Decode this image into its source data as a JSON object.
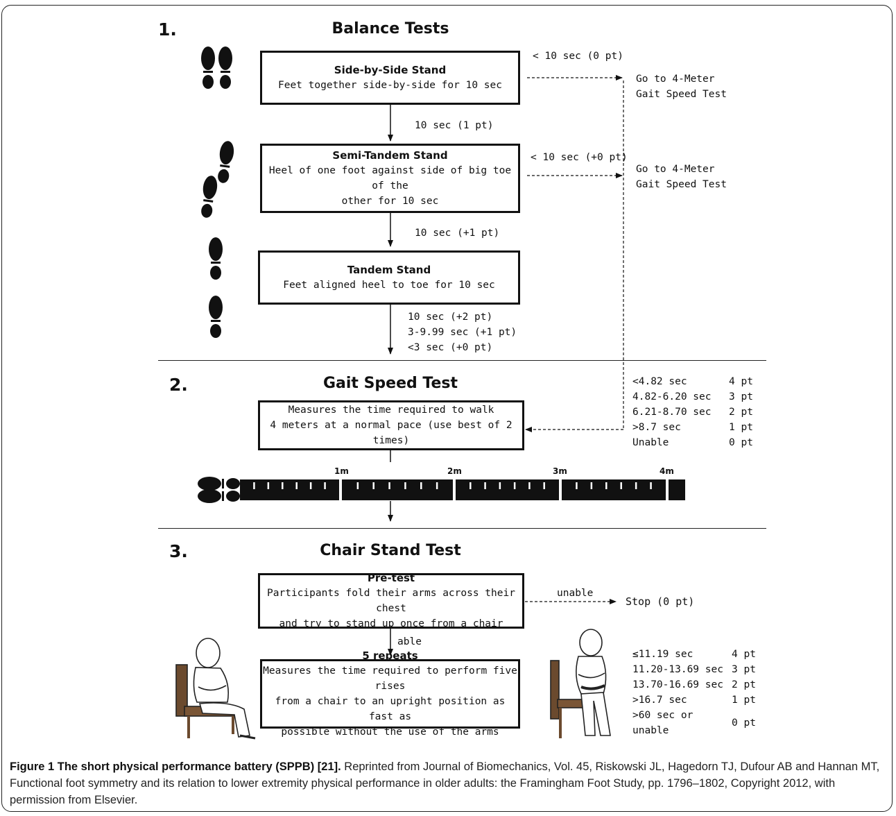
{
  "section1": {
    "number": "1.",
    "title": "Balance Tests",
    "side_by_side": {
      "title": "Side-by-Side Stand",
      "desc": "Feet together side-by-side for 10 sec"
    },
    "side_fail": "< 10 sec (0 pt)",
    "side_pass": "10 sec (1 pt)",
    "semi_tandem": {
      "title": "Semi-Tandem Stand",
      "desc_1": "Heel of one foot against side of big toe of the",
      "desc_2": "other for 10 sec"
    },
    "semi_fail": "< 10 sec (+0 pt)",
    "semi_pass": "10 sec (+1 pt)",
    "tandem": {
      "title": "Tandem Stand",
      "desc": "Feet aligned heel to toe for 10 sec"
    },
    "tandem_results": [
      "10 sec (+2 pt)",
      "3-9.99 sec (+1 pt)",
      "<3 sec (+0 pt)"
    ],
    "go_to_1": [
      "Go to 4-Meter",
      "Gait Speed Test"
    ],
    "go_to_2": [
      "Go to 4-Meter",
      "Gait Speed Test"
    ]
  },
  "section2": {
    "number": "2.",
    "title": "Gait Speed Test",
    "box_1": "Measures the time required to walk",
    "box_2": "4 meters at a normal pace (use best of 2 times)",
    "scores": [
      {
        "time": "<4.82 sec",
        "pt": "4 pt"
      },
      {
        "time": "4.82-6.20 sec",
        "pt": "3 pt"
      },
      {
        "time": "6.21-8.70 sec",
        "pt": "2 pt"
      },
      {
        "time": ">8.7 sec",
        "pt": "1 pt"
      },
      {
        "time": "Unable",
        "pt": "0 pt"
      }
    ],
    "track_labels": [
      "1m",
      "2m",
      "3m",
      "4m"
    ]
  },
  "section3": {
    "number": "3.",
    "title": "Chair Stand Test",
    "pretest": {
      "title": "Pre-test",
      "desc_1": "Participants fold their arms across their chest",
      "desc_2": "and try to stand up once from a chair"
    },
    "unable": "unable",
    "stop": "Stop (0 pt)",
    "able": "able",
    "repeats": {
      "title": "5 repeats",
      "desc_1": "Measures the time required to perform five rises",
      "desc_2": "from a chair to an upright position as fast as",
      "desc_3": "possible without the use of the arms"
    },
    "scores": [
      {
        "time": "≤11.19 sec",
        "pt": "4 pt"
      },
      {
        "time": "11.20-13.69 sec",
        "pt": "3 pt"
      },
      {
        "time": "13.70-16.69 sec",
        "pt": "2 pt"
      },
      {
        "time": ">16.7 sec",
        "pt": "1 pt"
      },
      {
        "time": ">60 sec or unable",
        "pt": "0 pt"
      }
    ]
  },
  "caption": {
    "bold": "Figure 1 The short physical performance battery (SPPB) [21].",
    "text": " Reprinted from Journal of Biomechanics, Vol. 45, Riskowski JL, Hagedorn TJ, Dufour AB and Hannan MT, Functional foot symmetry and its relation to lower extremity physical performance in older adults: the Framingham Foot Study, pp. 1796–1802, Copyright 2012, with permission from Elsevier."
  }
}
